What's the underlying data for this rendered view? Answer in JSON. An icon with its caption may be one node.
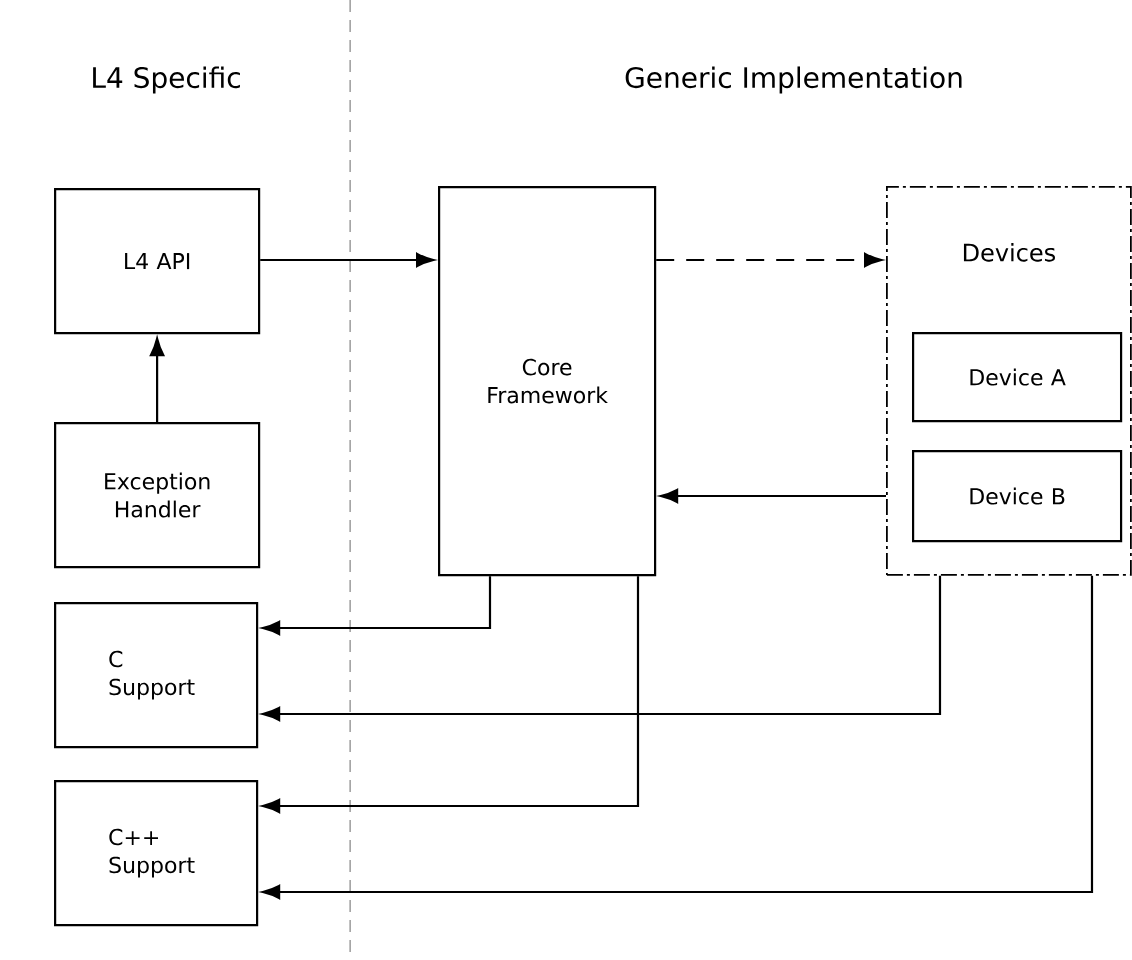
{
  "diagram": {
    "nodes": [
      {
        "text": [
          "L4 API"
        ]
      },
      {
        "text": [
          "Exception Handler"
        ]
      },
      {
        "text": [
          "C Support"
        ]
      },
      {
        "text": [
          "C++ Support"
        ]
      },
      {
        "text": [
          "Core Framework"
        ]
      },
      {
        "text": [
          "Devices"
        ]
      },
      {
        "text": [
          "Device A"
        ],
        "in": 5
      },
      {
        "text": [
          "Device B"
        ],
        "in": 5
      }
    ],
    "edges": [
      {
        "from": 0,
        "to": 4,
        "arrow": "to"
      },
      {
        "from": 1,
        "to": 0,
        "arrow": "to"
      },
      {
        "from": 4,
        "to": 5,
        "arrow": "to",
        "style": "dashed"
      },
      {
        "from": 5,
        "to": 4,
        "arrow": "to"
      },
      {
        "from": 4,
        "to": 2,
        "arrow": "to"
      },
      {
        "from": 5,
        "to": 2,
        "arrow": "to"
      },
      {
        "from": 4,
        "to": 3,
        "arrow": "to"
      },
      {
        "from": 5,
        "to": 3,
        "arrow": "to"
      }
    ],
    "labels": [
      "L4 Specific",
      "Generic Implementation"
    ]
  }
}
